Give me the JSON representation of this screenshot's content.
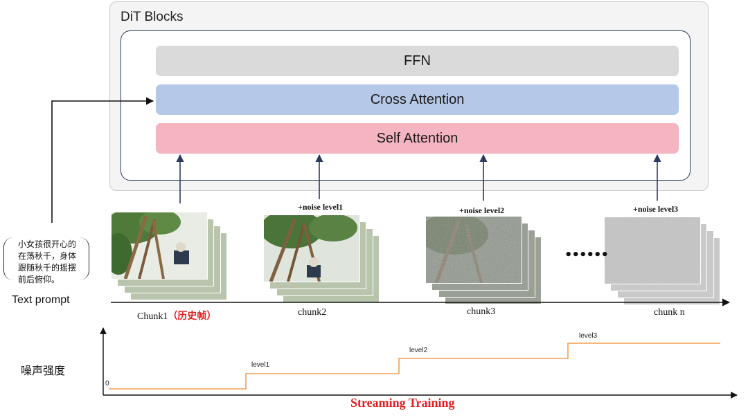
{
  "dit": {
    "title": "DiT Blocks",
    "layers": {
      "ffn": "FFN",
      "cross_attention": "Cross Attention",
      "self_attention": "Self Attention"
    }
  },
  "prompt": {
    "lines": [
      "小女孩很开心的",
      "在荡秋千，身体",
      "跟随秋千的摇摆",
      "前后俯仰。"
    ],
    "label": "Text prompt"
  },
  "chunks": [
    {
      "label": "Chunk1",
      "tag": "（历史帧）",
      "noise_label": "",
      "noise_level": 0
    },
    {
      "label": "chunk2",
      "tag": "",
      "noise_label": "+noise level1",
      "noise_level": 1
    },
    {
      "label": "chunk3",
      "tag": "",
      "noise_label": "+noise level2",
      "noise_level": 2
    },
    {
      "label": "chunk n",
      "tag": "",
      "noise_label": "+noise level3",
      "noise_level": 3
    }
  ],
  "ellipsis": "••••••",
  "noise_chart": {
    "ylabel": "噪声强度",
    "title": "Streaming Training",
    "steps": [
      {
        "label": "0",
        "level": 0
      },
      {
        "label": "level1",
        "level": 1
      },
      {
        "label": "level2",
        "level": 2
      },
      {
        "label": "level3",
        "level": 3
      }
    ]
  },
  "colors": {
    "ffn": "#dadada",
    "cross_attention": "#b6c8e8",
    "self_attention": "#f5b5c0",
    "arrow": "#2b3a5e",
    "step_line": "#f0a050",
    "highlight": "#e02020"
  }
}
